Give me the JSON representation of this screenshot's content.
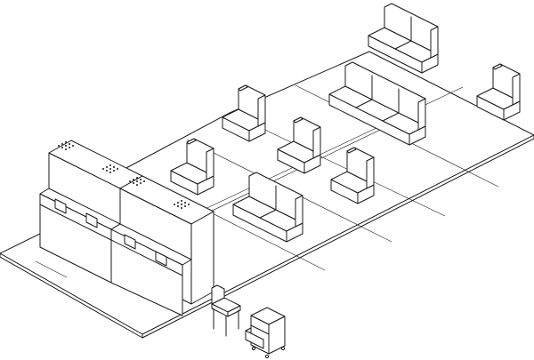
{
  "scene": {
    "kind": "isometric line drawing of an office floor",
    "colors": {
      "ink": "#1a1a1a",
      "paper": "#ffffff"
    },
    "seating_groups": [
      {
        "type": "two-seat sofa"
      },
      {
        "type": "two-seat sofa"
      },
      {
        "type": "two-seat sofa"
      },
      {
        "type": "three-seat sofa"
      },
      {
        "type": "armchair"
      },
      {
        "type": "armchair"
      },
      {
        "type": "armchair"
      },
      {
        "type": "armchair"
      },
      {
        "type": "armchair"
      }
    ],
    "counters": [
      {
        "type": "service counter"
      },
      {
        "type": "service counter"
      }
    ],
    "loose_furniture": [
      {
        "type": "chair"
      },
      {
        "type": "mobile pedestal"
      }
    ]
  }
}
